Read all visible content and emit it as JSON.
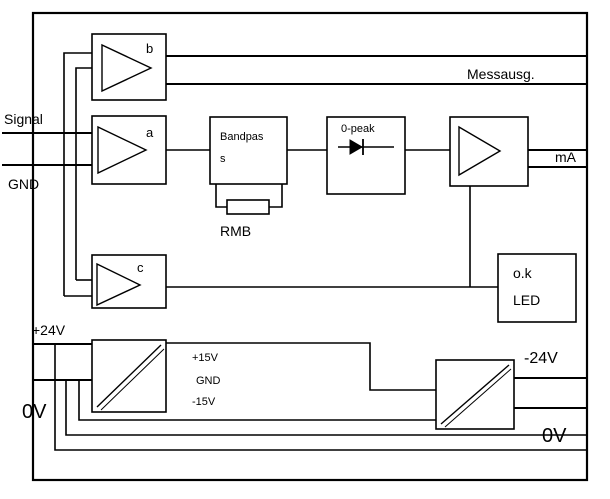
{
  "labels": {
    "signal": "Signal",
    "gnd_in": "GND",
    "supply_in": "+24V",
    "zero_v_left": "0V",
    "zero_v_right": "0V",
    "minus24": "-24V",
    "messausg": "Messausg.",
    "ma": "mA",
    "amp_b": "b",
    "amp_a": "a",
    "amp_c": "c",
    "bandpass_line1": "Bandpas",
    "bandpass_line2": "s",
    "rmb": "RMB",
    "zero_peak": "0-peak",
    "ok_line1": "o.k",
    "ok_line2": "LED",
    "plus15": "+15V",
    "gnd_out": "GND",
    "minus15": "-15V"
  }
}
